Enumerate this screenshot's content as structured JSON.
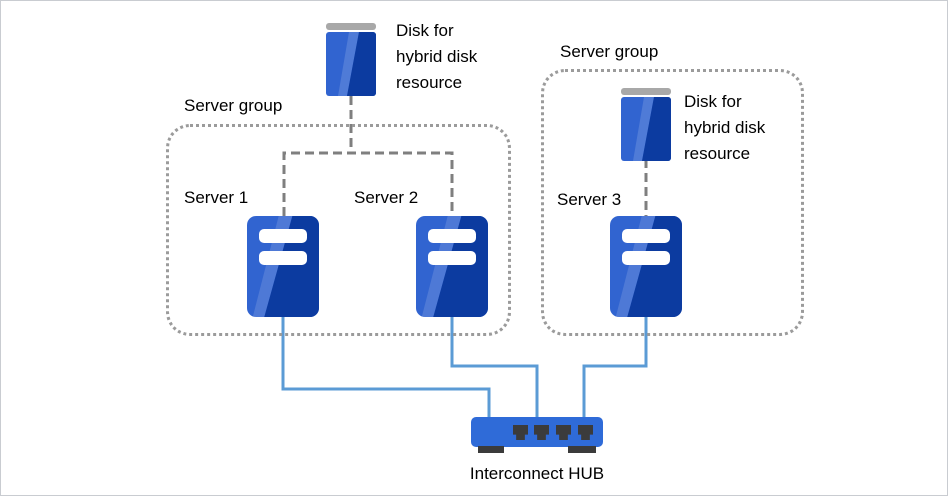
{
  "colors": {
    "canvas_bg": "#ffffff",
    "frame_border": "#c9ccd1",
    "icon_blue": "#3164d0",
    "icon_blue_dark": "#0c3ba0",
    "disk_cap_gray": "#a8a8a8",
    "hub_blue": "#2f6bd8",
    "hub_dark": "#3b3b3b",
    "connector_gray": "#7f7f7f",
    "connector_blue": "#5b9bd5",
    "group_border_gray": "#9b9b9b",
    "text_color": "#000000",
    "server_slot_white": "#ffffff"
  },
  "top_disk": {
    "label": "Disk for hybrid disk resource"
  },
  "group1": {
    "label": "Server group",
    "server1_label": "Server 1",
    "server2_label": "Server 2"
  },
  "group2": {
    "label": "Server group",
    "disk_label": "Disk for hybrid disk resource",
    "server3_label": "Server 3"
  },
  "hub": {
    "label": "Interconnect HUB"
  }
}
